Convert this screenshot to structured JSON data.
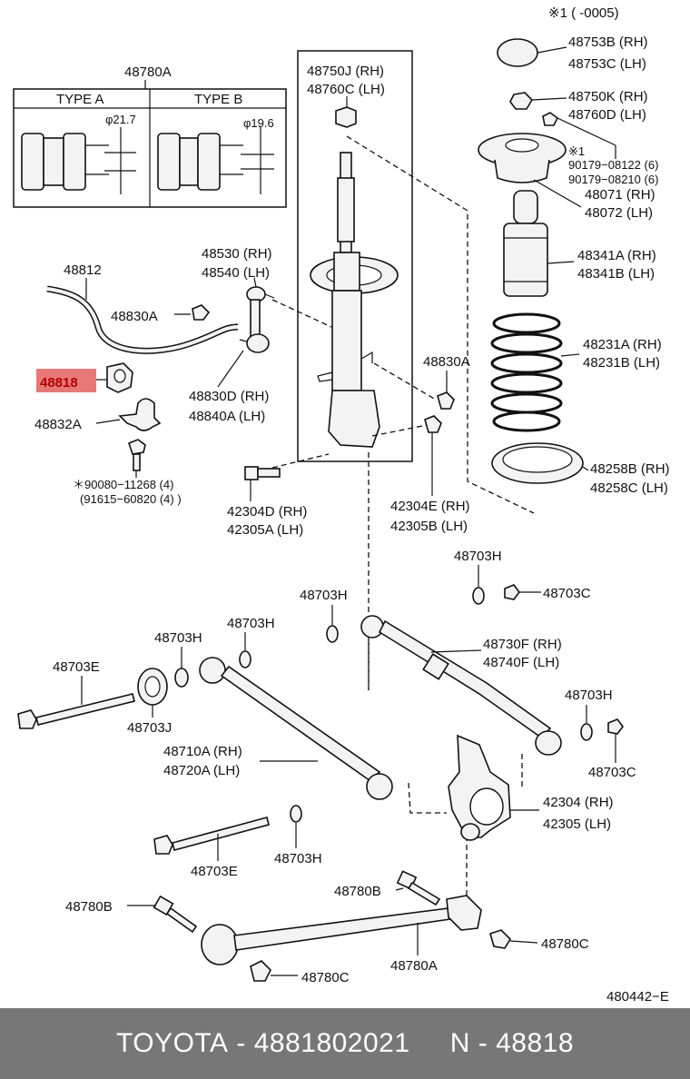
{
  "header": {
    "note": "※1  (        -0005)"
  },
  "type_box": {
    "title": "48780A",
    "type_a": "TYPE A",
    "type_b": "TYPE B",
    "dim_a": "φ21.7",
    "dim_b": "φ19.6"
  },
  "labels": {
    "p48750J": "48750J (RH)",
    "p48760C": "48760C (LH)",
    "p48753B": "48753B (RH)",
    "p48753C": "48753C (LH)",
    "p48750K": "48750K (RH)",
    "p48760D": "48760D (LH)",
    "n1": "※1",
    "p90179a": "90179−08122 (6)",
    "p90179b": "90179−08210 (6)",
    "p48071": "48071 (RH)",
    "p48072": "48072 (LH)",
    "p48341A": "48341A (RH)",
    "p48341B": "48341B (LH)",
    "p48231A": "48231A (RH)",
    "p48231B": "48231B (LH)",
    "p48258B": "48258B (RH)",
    "p48258C": "48258C (LH)",
    "p48812": "48812",
    "p48830A1": "48830A",
    "p48530": "48530 (RH)",
    "p48540": "48540 (LH)",
    "p48818": "48818",
    "p48830D": "48830D (RH)",
    "p48840A": "48840A (LH)",
    "p48830A2": "48830A",
    "p48832A": "48832A",
    "p90080": "＊90080−11268 (4)",
    "p91615": "(91615−60820 (4) )",
    "p42304D": "42304D (RH)",
    "p42305A": "42305A (LH)",
    "p42304E": "42304E (RH)",
    "p42305B": "42305B (LH)",
    "p48703H1": "48703H",
    "p48703C1": "48703C",
    "p48703H2": "48703H",
    "p48703H3": "48703H",
    "p48703H4": "48703H",
    "p48703E1": "48703E",
    "p48703J": "48703J",
    "p48730F": "48730F (RH)",
    "p48740F": "48740F (LH)",
    "p48703H5": "48703H",
    "p48703C2": "48703C",
    "p48710A": "48710A (RH)",
    "p48720A": "48720A (LH)",
    "p42304": "42304 (RH)",
    "p42305": "42305 (LH)",
    "p48703H6": "48703H",
    "p48703E2": "48703E",
    "p48780B1": "48780B",
    "p48780B2": "48780B",
    "p48780C1": "48780C",
    "p48780C2": "48780C",
    "p48780A": "48780A",
    "ref": "480442−E"
  },
  "highlight_color": "#e87878",
  "footer": {
    "brand": "TOYOTA",
    "sep1": " - ",
    "part_number": "4881802021",
    "gap": "     ",
    "n_prefix": "N",
    "sep2": " - ",
    "n_number": "48818"
  }
}
